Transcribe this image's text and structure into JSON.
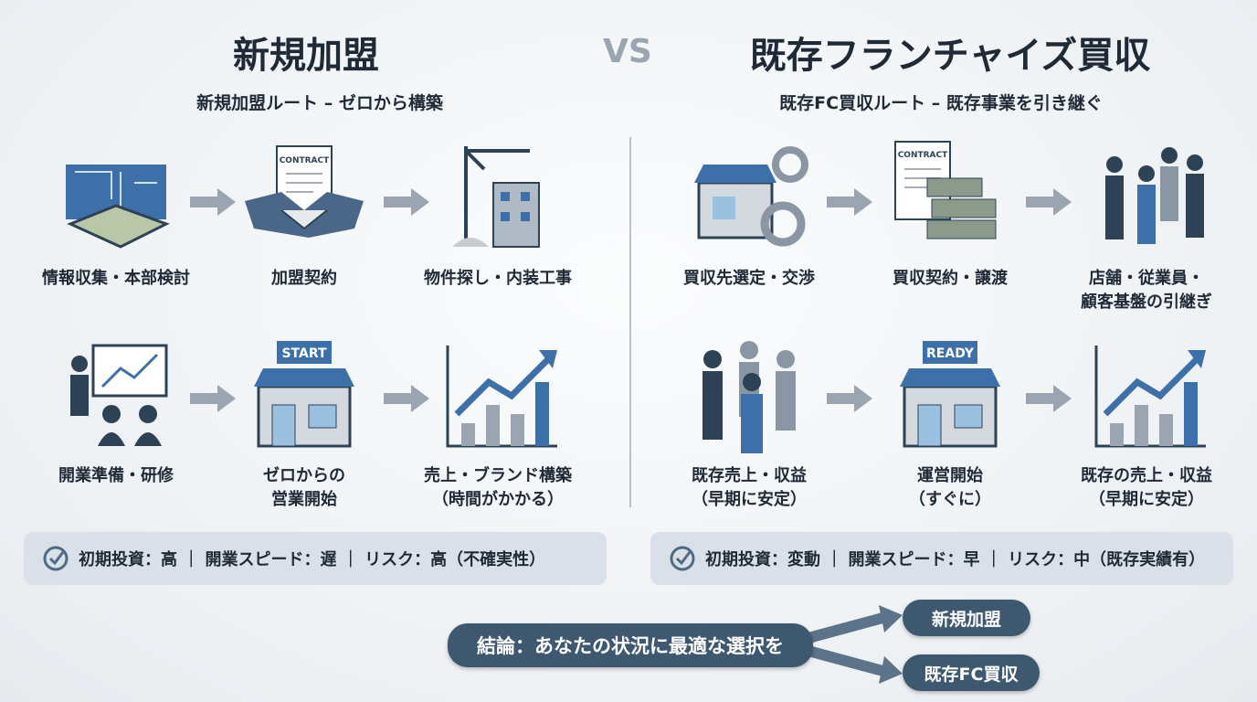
{
  "left": {
    "title": "新規加盟",
    "subtitle": "新規加盟ルート – ゼロから構築",
    "steps": [
      {
        "label": "情報収集・本部検討",
        "icon": "blueprint-icon"
      },
      {
        "label": "加盟契約",
        "icon": "contract-handshake-icon",
        "icon_text": "CONTRACT"
      },
      {
        "label": "物件探し・内装工事",
        "icon": "construction-crane-icon"
      },
      {
        "label": "開業準備・研修",
        "icon": "training-presentation-icon"
      },
      {
        "label": "ゼロからの\n営業開始",
        "icon": "store-start-icon",
        "icon_text": "START"
      },
      {
        "label": "売上・ブランド構築\n（時間がかかる）",
        "icon": "growth-chart-icon"
      }
    ],
    "summary": "初期投資：高 ｜ 開業スピード：遅 ｜ リスク：高（不確実性）"
  },
  "vs": "VS",
  "right": {
    "title": "既存フランチャイズ買収",
    "subtitle": "既存FC買収ルート – 既存事業を引き継ぐ",
    "steps": [
      {
        "label": "買収先選定・交渉",
        "icon": "store-gears-icon"
      },
      {
        "label": "買収契約・譲渡",
        "icon": "contract-money-icon",
        "icon_text": "CONTRACT"
      },
      {
        "label": "店舗・従業員・\n顧客基盤の引継ぎ",
        "icon": "staff-team-icon"
      },
      {
        "label": "既存売上・収益\n（早期に安定）",
        "icon": "business-people-icon"
      },
      {
        "label": "運営開始\n（すぐに）",
        "icon": "store-ready-icon",
        "icon_text": "READY"
      },
      {
        "label": "既存の売上・収益\n（早期に安定）",
        "icon": "growth-chart-icon"
      }
    ],
    "summary": "初期投資：変動 ｜ 開業スピード：早 ｜ リスク：中（既存実績有）"
  },
  "conclusion": {
    "text": "結論：あなたの状況に最適な選択を",
    "options": [
      "新規加盟",
      "既存FC買収"
    ]
  },
  "colors": {
    "accent": "#3d6fa8",
    "dark_pill": "#3e5870",
    "summary_bg": "#d9e0e7",
    "arrow": "#9aa5b1"
  }
}
